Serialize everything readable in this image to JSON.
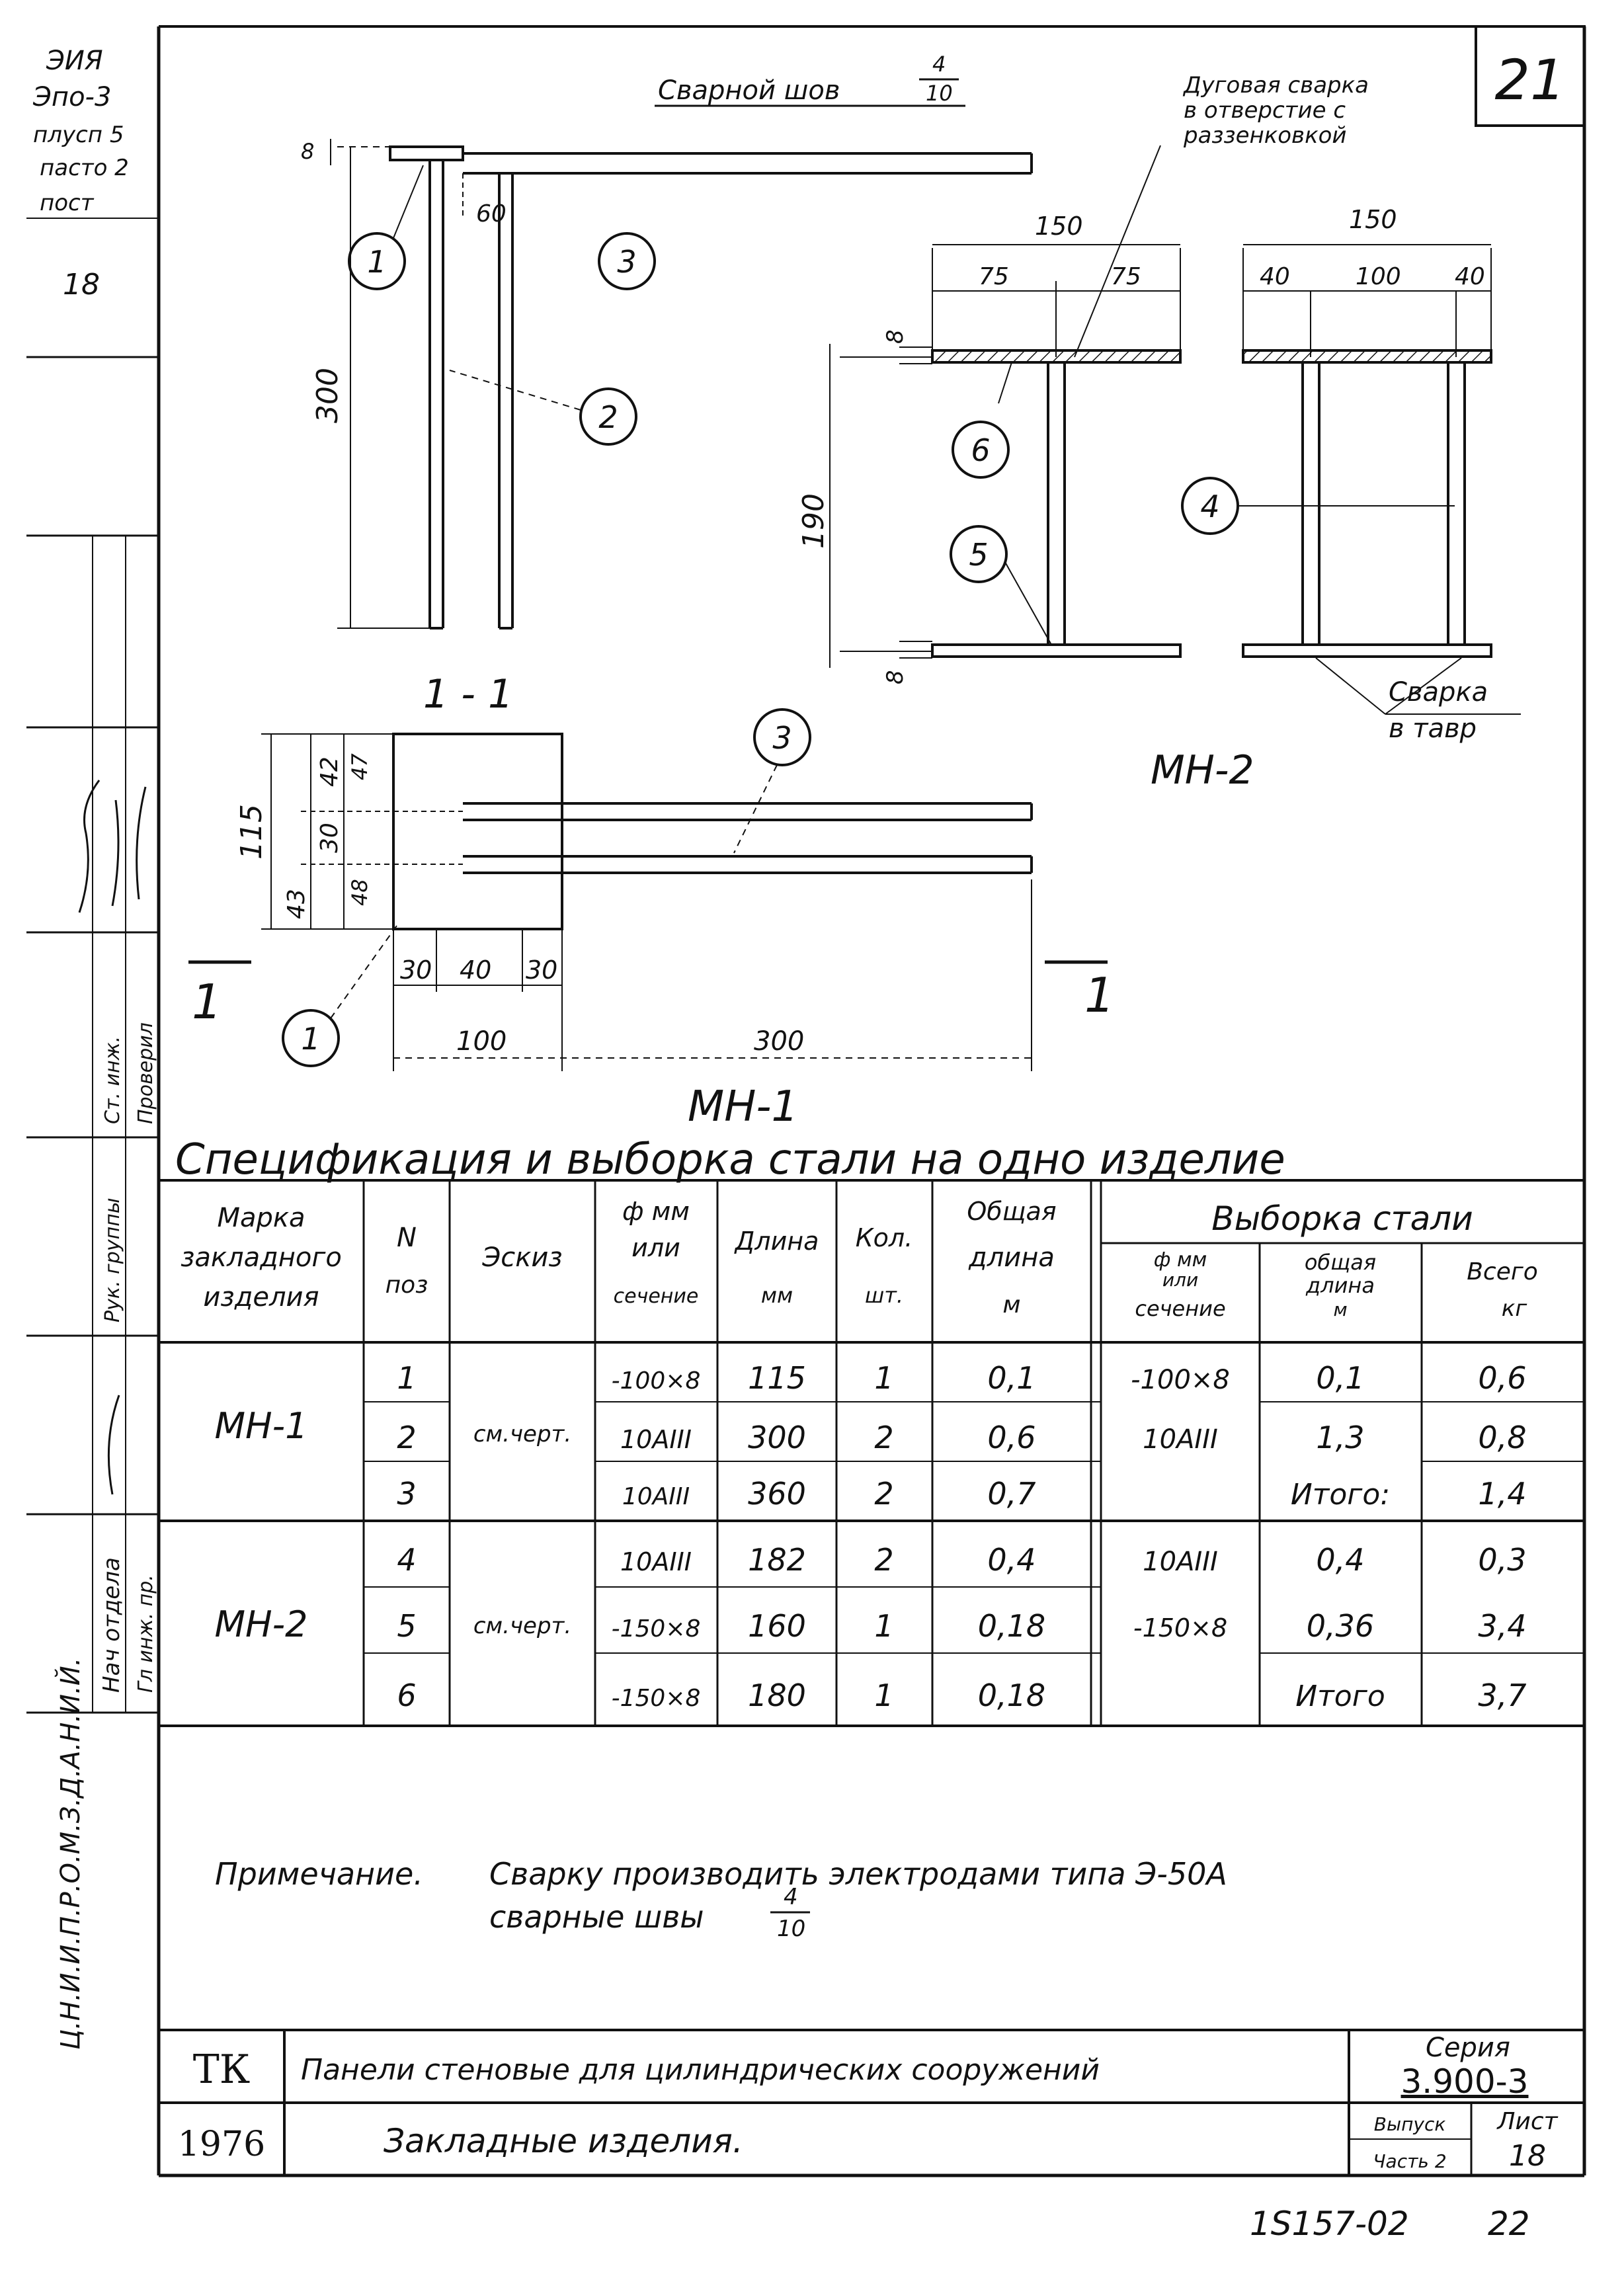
{
  "sheet_number": "21",
  "sheet_corner_number": "22",
  "document_code": "1S157-02",
  "left_margin": {
    "stamp_lines": [
      "ЭИЯ",
      "Эпо-3",
      "плусп 5",
      "пасто 2",
      "пост",
      "18"
    ],
    "signatures": [
      "Нач отдела",
      "Гл инж. пр.",
      "Рук. группы",
      "Ст. инж.",
      "Проверил"
    ],
    "vertical_text": "Ц.Н.И.И.П.Р.О.М.З.Д.А.Н.И.Й."
  },
  "title_block": {
    "org": "ТК",
    "year": "1976",
    "title_line1": "Панели стеновые для цилиндрических сооружений",
    "title_line2": "Закладные изделия.",
    "series_label": "Серия",
    "series_value": "3.900-3",
    "issue_label": "Выпуск",
    "part_label": "Часть 2",
    "sheet_label": "Лист",
    "sheet_value": "18"
  },
  "drawing": {
    "weld_title": "Сварной шов",
    "weld_num": "4",
    "weld_den": "10",
    "arc_note": [
      "Дуговая сварка",
      "в отверстие с",
      "раззенковкой"
    ],
    "tee_note": [
      "Сварка",
      "в тавр"
    ],
    "section_label": "1 - 1",
    "mn1_label": "МН-1",
    "mn2_label": "МН-2",
    "section_mark_left": "1",
    "section_mark_right": "1",
    "callouts": [
      "1",
      "2",
      "3",
      "4",
      "5",
      "6"
    ],
    "dims": {
      "sec_300": "300",
      "sec_60": "60",
      "sec_8": "8",
      "mn1_115": "115",
      "mn1_43": "43",
      "mn1_30v": "30",
      "mn1_42": "42",
      "mn1_47": "47",
      "mn1_48": "48",
      "mn1_30a": "30",
      "mn1_40": "40",
      "mn1_30b": "30",
      "mn1_100": "100",
      "mn1_300": "300",
      "mn2a_150": "150",
      "mn2a_75a": "75",
      "mn2a_75b": "75",
      "mn2a_8t": "8",
      "mn2a_190": "190",
      "mn2a_8b": "8",
      "mn2b_150": "150",
      "mn2b_40a": "40",
      "mn2b_100": "100",
      "mn2b_40b": "40"
    }
  },
  "spec": {
    "title": "Спецификация и выборка стали на одно изделие",
    "headers": {
      "mark": [
        "Марка",
        "закладного",
        "изделия"
      ],
      "pos": [
        "N",
        "поз"
      ],
      "sketch": "Эскиз",
      "dia": [
        "ф мм",
        "или",
        "сечение"
      ],
      "len": [
        "Длина",
        "мм"
      ],
      "qty": [
        "Кол.",
        "шт."
      ],
      "total_len": [
        "Общая",
        "длина",
        "м"
      ],
      "sel_group": "Выборка стали",
      "sel_dia": [
        "ф мм",
        "или",
        "сечение"
      ],
      "sel_len": [
        "общая",
        "длина",
        "м"
      ],
      "sel_total": [
        "Всего",
        "кг"
      ]
    },
    "sketch_note": "см.черт.",
    "groups": [
      {
        "mark": "МН-1",
        "rows": [
          {
            "pos": "1",
            "dia": "-100×8",
            "len": "115",
            "qty": "1",
            "total_len": "0,1",
            "sel_dia": "-100×8",
            "sel_len": "0,1",
            "sel_total": "0,6"
          },
          {
            "pos": "2",
            "dia": "10АIII",
            "len": "300",
            "qty": "2",
            "total_len": "0,6",
            "sel_dia": "10АIII",
            "sel_len": "1,3",
            "sel_total": "0,8"
          },
          {
            "pos": "3",
            "dia": "10АIII",
            "len": "360",
            "qty": "2",
            "total_len": "0,7",
            "sel_dia": "",
            "sel_len": "Итого:",
            "sel_total": "1,4"
          }
        ]
      },
      {
        "mark": "МН-2",
        "rows": [
          {
            "pos": "4",
            "dia": "10АIII",
            "len": "182",
            "qty": "2",
            "total_len": "0,4",
            "sel_dia": "10АIII",
            "sel_len": "0,4",
            "sel_total": "0,3"
          },
          {
            "pos": "5",
            "dia": "-150×8",
            "len": "160",
            "qty": "1",
            "total_len": "0,18",
            "sel_dia": "-150×8",
            "sel_len": "0,36",
            "sel_total": "3,4"
          },
          {
            "pos": "6",
            "dia": "-150×8",
            "len": "180",
            "qty": "1",
            "total_len": "0,18",
            "sel_dia": "",
            "sel_len": "Итого",
            "sel_total": "3,7"
          }
        ]
      }
    ]
  },
  "note": {
    "label": "Примечание.",
    "line1": "Сварку производить электродами типа Э-50А",
    "line2": "сварные швы",
    "num": "4",
    "den": "10"
  }
}
